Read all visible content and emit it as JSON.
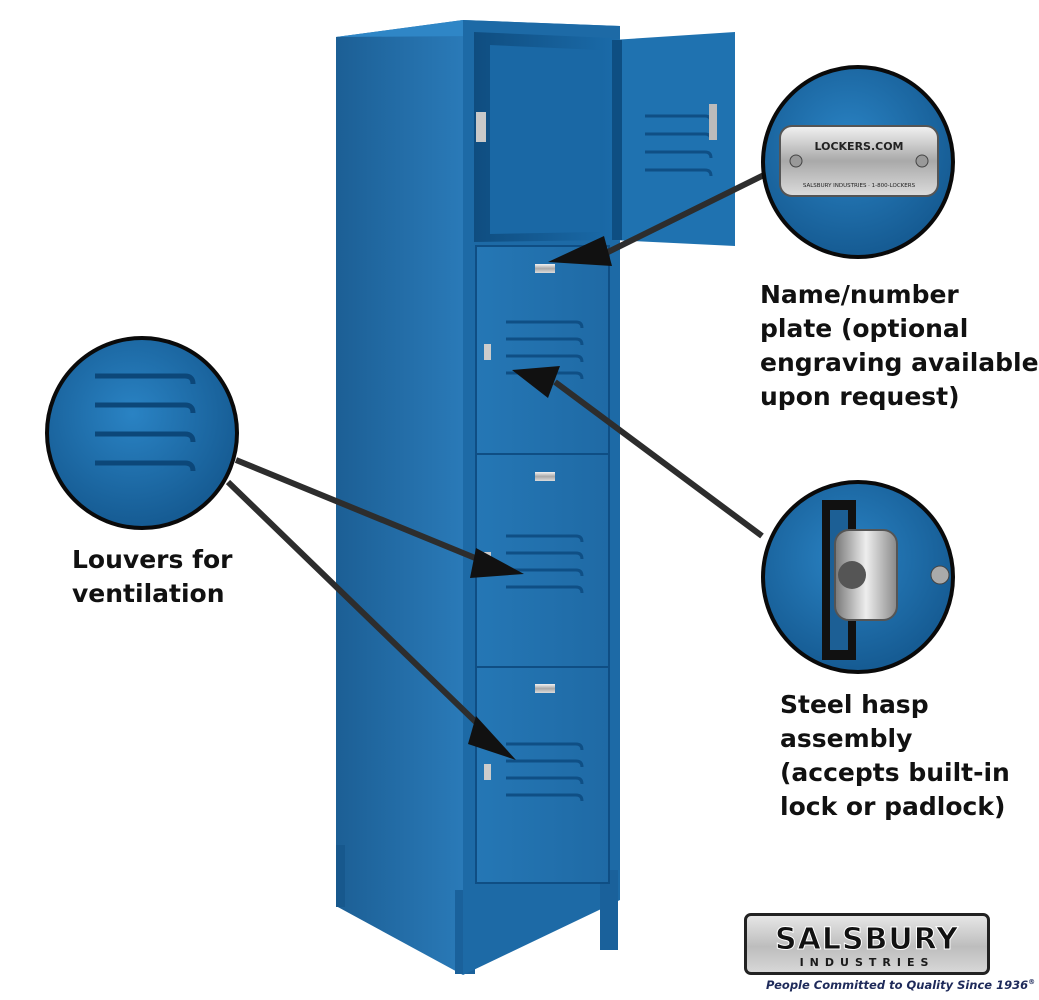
{
  "callouts": {
    "nameplate": {
      "lines": [
        "Name/number",
        "plate (optional",
        "engraving available",
        "upon request)"
      ],
      "plate_text_top": "LOCKERS.COM",
      "plate_text_bottom": "SALSBURY INDUSTRIES · 1-800-LOCKERS"
    },
    "louvers": {
      "lines": [
        "Louvers for",
        "ventilation"
      ]
    },
    "hasp": {
      "lines": [
        "Steel hasp",
        "assembly",
        "(accepts built-in",
        "lock or padlock)"
      ]
    }
  },
  "logo": {
    "name": "SALSBURY",
    "sub": "INDUSTRIES",
    "tagline": "People Committed to Quality Since 1936",
    "registered_mark": "®"
  },
  "colors": {
    "locker_blue": "#1f6fa8",
    "locker_dark": "#0d4a7a",
    "locker_light": "#3a8ec8",
    "callout_border": "#0a0a0a"
  }
}
